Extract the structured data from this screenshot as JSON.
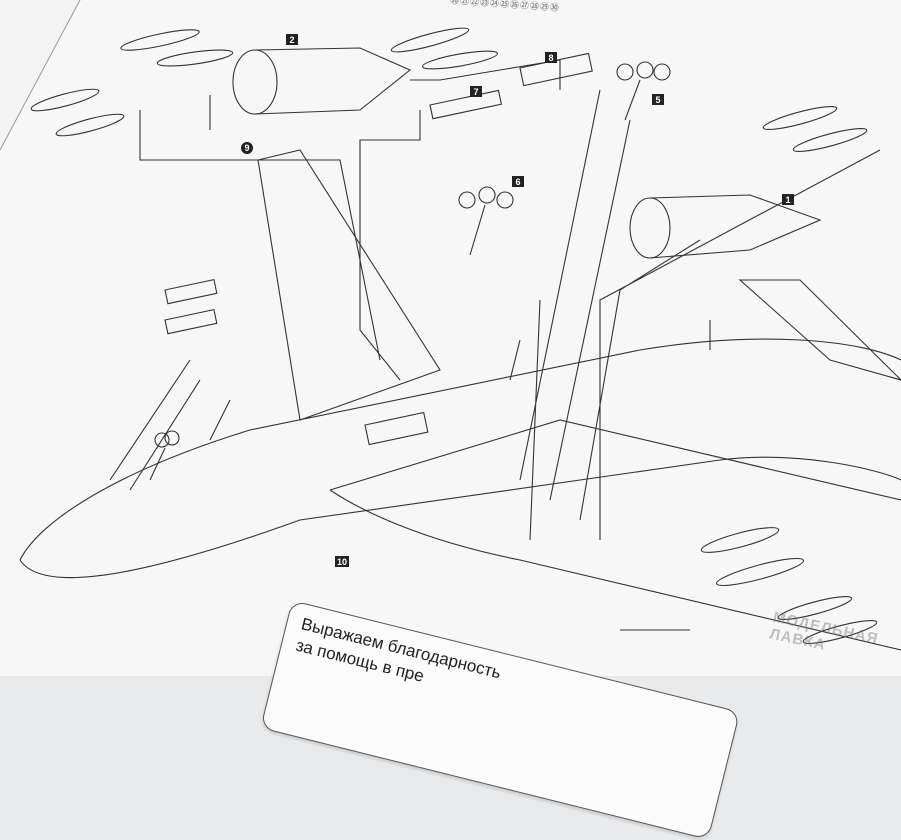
{
  "sheet": {
    "part_labels": [
      "2",
      "8",
      "7",
      "5",
      "6",
      "1",
      "9",
      "10"
    ],
    "step_sequence": "⑳㉑㉒㉓㉔㉕㉖㉗㉘㉙㉚"
  },
  "note": {
    "line1": "Выражаем благодарность",
    "line2": "за помощь в пре"
  },
  "watermark": "МОДЕЛЬНАЯ ЛАВКА"
}
